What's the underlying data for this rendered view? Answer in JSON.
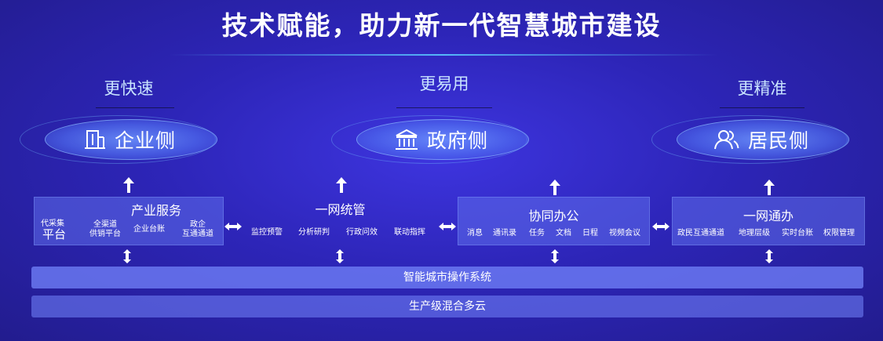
{
  "title": "技术赋能，助力新一代智慧城市建设",
  "values": [
    "更快速",
    "更易用",
    "更精准"
  ],
  "platforms": [
    {
      "label": "企业侧",
      "icon": "building-icon"
    },
    {
      "label": "政府侧",
      "icon": "government-building-icon"
    },
    {
      "label": "居民侧",
      "icon": "people-icon"
    }
  ],
  "panels": {
    "enterprise": {
      "title": "产业服务",
      "platform_line1": "代采集",
      "platform_line2": "平台",
      "items": [
        {
          "line1": "全渠道",
          "line2": "供销平台"
        },
        {
          "line1": "企业台账",
          "line2": ""
        },
        {
          "line1": "政企",
          "line2": "互通通道"
        }
      ]
    },
    "governance": {
      "title": "一网统管",
      "items": [
        "监控预警",
        "分析研判",
        "行政问效",
        "联动指挥"
      ]
    },
    "office": {
      "title": "协同办公",
      "items": [
        "消息",
        "通讯录",
        "任务",
        "文档",
        "日程",
        "视频会议"
      ]
    },
    "service": {
      "title": "一网通办",
      "items": [
        "政民互通通道",
        "地理层级",
        "实时台账",
        "权限管理"
      ]
    }
  },
  "bars": {
    "os": "智能城市操作系统",
    "cloud": "生产级混合多云"
  },
  "colors": {
    "background": "#2d25b8",
    "accent_line": "#5ac8ff",
    "value_text": "#c9e4ff"
  }
}
